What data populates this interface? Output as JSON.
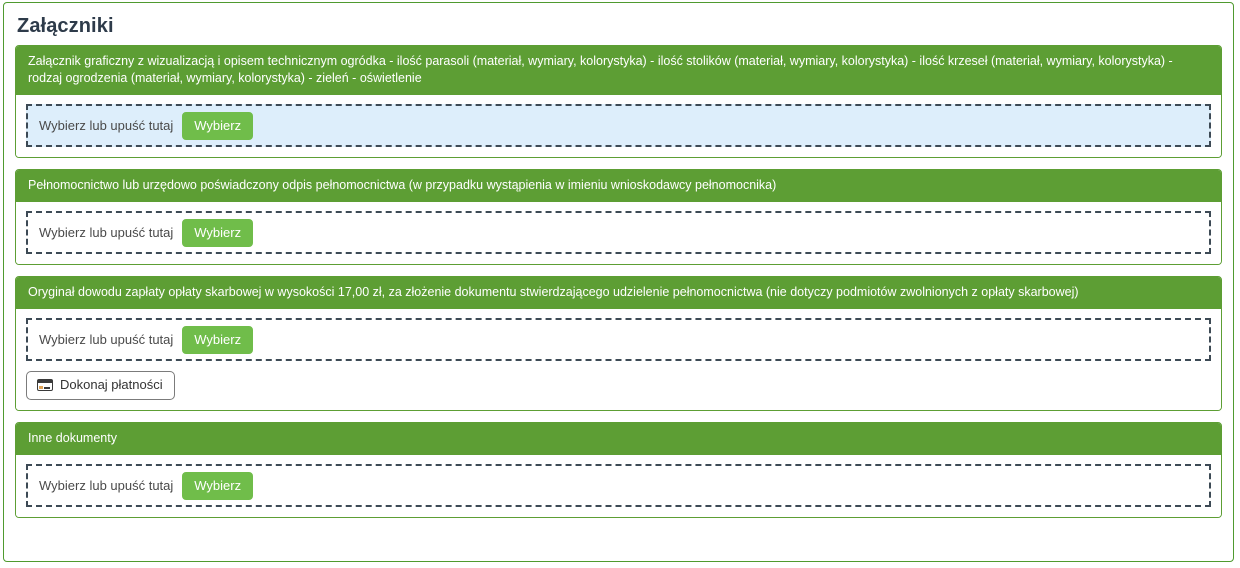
{
  "page": {
    "title": "Załączniki",
    "accent_green": "#5d9e34",
    "button_green": "#70bd4a",
    "highlight_blue": "#ddeefb",
    "border_green": "#4f9a2f",
    "title_color": "#2e3b4a"
  },
  "common": {
    "dropzone_label": "Wybierz lub upuść tutaj",
    "choose_button": "Wybierz"
  },
  "sections": [
    {
      "header": "Załącznik graficzny z wizualizacją i opisem technicznym ogródka - ilość parasoli (materiał, wymiary, kolorystyka) - ilość stolików (materiał, wymiary, kolorystyka) - ilość krzeseł (materiał, wymiary, kolorystyka) - rodzaj ogrodzenia (materiał, wymiary, kolorystyka) - zieleń - oświetlenie",
      "dropzone_label": "Wybierz lub upuść tutaj",
      "choose_button": "Wybierz",
      "highlighted": true,
      "has_payment": false
    },
    {
      "header": "Pełnomocnictwo lub urzędowo poświadczony odpis pełnomocnictwa (w przypadku wystąpienia w imieniu wnioskodawcy pełnomocnika)",
      "dropzone_label": "Wybierz lub upuść tutaj",
      "choose_button": "Wybierz",
      "highlighted": false,
      "has_payment": false
    },
    {
      "header": "Oryginał dowodu zapłaty opłaty skarbowej w wysokości 17,00 zł, za złożenie dokumentu stwierdzającego udzielenie pełnomocnictwa (nie dotyczy podmiotów zwolnionych z opłaty skarbowej)",
      "dropzone_label": "Wybierz lub upuść tutaj",
      "choose_button": "Wybierz",
      "highlighted": false,
      "has_payment": true,
      "payment_button": "Dokonaj płatności",
      "payment_icon": "credit-card-icon"
    },
    {
      "header": "Inne dokumenty",
      "dropzone_label": "Wybierz lub upuść tutaj",
      "choose_button": "Wybierz",
      "highlighted": false,
      "has_payment": false
    }
  ]
}
